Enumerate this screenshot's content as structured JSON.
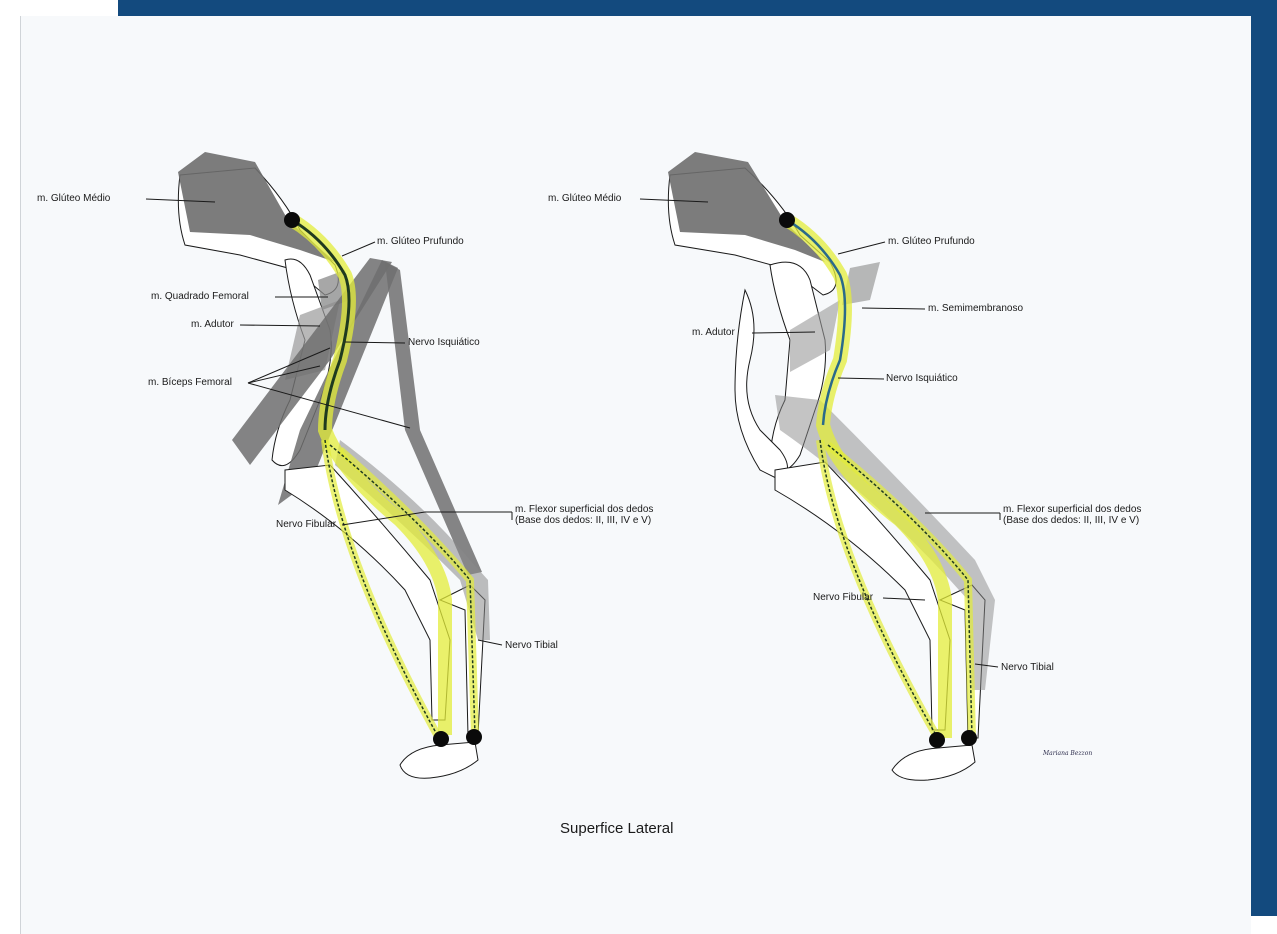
{
  "frame": {
    "color": "#134a7e"
  },
  "colors": {
    "muscle": "#6e6e6e",
    "nerve_highlight": "#e3ec3a",
    "nerve": "#1f3a1f",
    "bone_line": "#1a1a1a"
  },
  "left_figure": {
    "labels": {
      "gluteo_medio": "m. Glúteo Médio",
      "gluteo_profundo": "m. Glúteo Prufundo",
      "quadrado_femoral": "m. Quadrado Femoral",
      "adutor": "m. Adutor",
      "nervo_isquiatico": "Nervo Isquiático",
      "biceps_femoral": "m. Bíceps Femoral",
      "flexor_line1": "m. Flexor superficial dos dedos",
      "flexor_line2": "(Base dos dedos: II, III, IV e V)",
      "nervo_fibular": "Nervo Fibular",
      "nervo_tibial": "Nervo Tibial"
    }
  },
  "right_figure": {
    "labels": {
      "gluteo_medio": "m. Glúteo Médio",
      "gluteo_profundo": "m. Glúteo Prufundo",
      "semimembranoso": "m. Semimembranoso",
      "adutor": "m. Adutor",
      "nervo_isquiatico": "Nervo Isquiático",
      "flexor_line1": "m. Flexor superficial dos dedos",
      "flexor_line2": "(Base dos dedos: II, III, IV e V)",
      "nervo_fibular": "Nervo Fibular",
      "nervo_tibial": "Nervo Tibial"
    }
  },
  "caption": "Superfice Lateral",
  "signature": "Mariana Bezzon"
}
